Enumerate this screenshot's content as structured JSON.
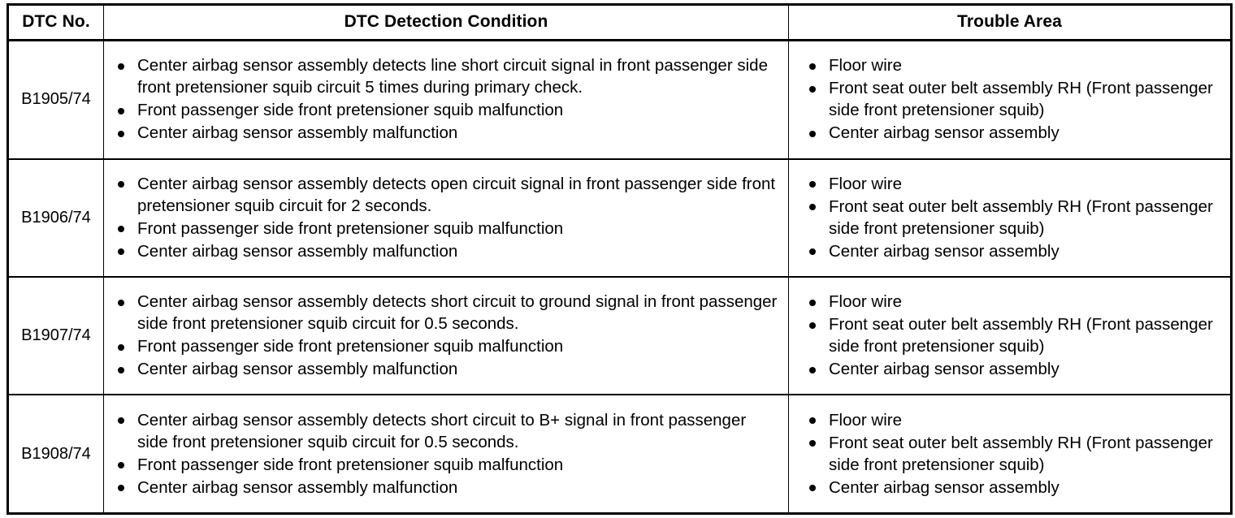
{
  "table": {
    "headers": {
      "dtc_no": "DTC No.",
      "detection_condition": "DTC Detection Condition",
      "trouble_area": "Trouble Area"
    },
    "rows": [
      {
        "dtc_no": "B1905/74",
        "detection_condition": [
          "Center airbag sensor assembly detects line short circuit signal in front passenger side front pretensioner squib circuit 5 times during primary check.",
          "Front passenger side front pretensioner squib malfunction",
          "Center airbag sensor assembly malfunction"
        ],
        "trouble_area": [
          "Floor wire",
          "Front seat outer belt assembly RH (Front passenger side front pretensioner squib)",
          "Center airbag sensor assembly"
        ]
      },
      {
        "dtc_no": "B1906/74",
        "detection_condition": [
          "Center airbag sensor assembly detects open circuit signal in front passenger side front pretensioner squib circuit for 2 seconds.",
          "Front passenger side front pretensioner squib malfunction",
          "Center airbag sensor assembly malfunction"
        ],
        "trouble_area": [
          "Floor wire",
          "Front seat outer belt assembly RH (Front passenger side front pretensioner squib)",
          "Center airbag sensor assembly"
        ]
      },
      {
        "dtc_no": "B1907/74",
        "detection_condition": [
          "Center airbag sensor assembly detects short circuit to ground signal in front passenger side front pretensioner squib circuit for 0.5 seconds.",
          "Front passenger side front pretensioner squib malfunction",
          "Center airbag sensor assembly malfunction"
        ],
        "trouble_area": [
          "Floor wire",
          "Front seat outer belt assembly RH (Front passenger side front pretensioner squib)",
          "Center airbag sensor assembly"
        ]
      },
      {
        "dtc_no": "B1908/74",
        "detection_condition": [
          "Center airbag sensor assembly detects short circuit to B+ signal in front passenger side front pretensioner squib circuit for 0.5 seconds.",
          "Front passenger side front pretensioner squib malfunction",
          "Center airbag sensor assembly malfunction"
        ],
        "trouble_area": [
          "Floor wire",
          "Front seat outer belt assembly RH (Front passenger side front pretensioner squib)",
          "Center airbag sensor assembly"
        ]
      }
    ]
  },
  "colors": {
    "text": "#000000",
    "background": "#ffffff",
    "border": "#000000"
  }
}
